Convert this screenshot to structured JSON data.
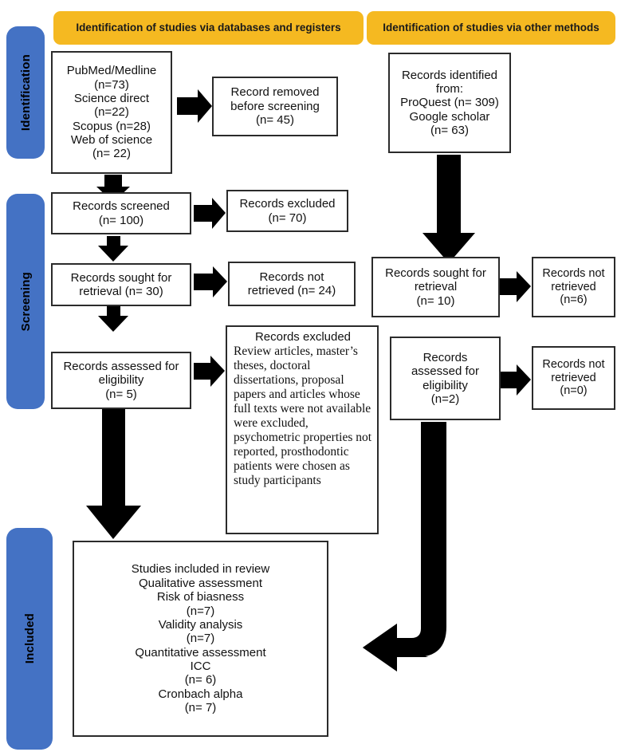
{
  "diagram": {
    "title": "PRISMA flow diagram",
    "colors": {
      "stage_tab": "#4472C4",
      "banner": "#F5B921",
      "box_border": "#2B2B2B",
      "arrow": "#000000",
      "background": "#FFFFFF"
    }
  },
  "stages": [
    {
      "id": "identification",
      "label": "Identification"
    },
    {
      "id": "screening",
      "label": "Screening"
    },
    {
      "id": "included",
      "label": "Included"
    }
  ],
  "banners": [
    {
      "id": "databases",
      "label": "Identification of studies via databases and registers"
    },
    {
      "id": "other-methods",
      "label": "Identification of studies via other methods"
    }
  ],
  "boxes": {
    "records_identified_databases": "PubMed/Medline\n(n=73)\nScience direct\n(n=22)\nScopus (n=28)\nWeb of science\n(n= 22)",
    "record_removed_before_screening": "Record removed\nbefore screening\n(n= 45)",
    "records_screened": "Records screened\n(n= 100)",
    "records_excluded_screened": "Records excluded\n(n= 70)",
    "records_sought_retrieval": "Records sought for\nretrieval (n= 30)",
    "records_not_retrieved": "Records not\nretrieved (n= 24)",
    "records_assessed_eligibility": "Records assessed for\neligibility\n(n= 5)",
    "records_excluded_detail_title": "Records excluded",
    "records_excluded_detail_body": "Review articles, master’s theses, doctoral dissertations, proposal papers and articles whose full texts were not available were excluded, psychometric properties not reported, prosthodontic patients were chosen as study participants",
    "studies_included": "Studies included in review\nQualitative assessment\nRisk of biasness\n(n=7)\nValidity analysis\n(n=7)\nQuantitative assessment\nICC\n(n= 6)\nCronbach alpha\n(n= 7)",
    "records_identified_other": "Records identified\nfrom:\nProQuest (n= 309)\nGoogle scholar\n(n= 63)",
    "records_sought_retrieval_other": "Records sought for\nretrieval\n(n= 10)",
    "records_not_retrieved_other": "Records not\nretrieved\n(n=6)",
    "records_assessed_eligibility_other": "Records\nassessed for\neligibility\n(n=2)",
    "records_not_retrieved_other_2": "Records not\nretrieved\n(n=0)"
  },
  "arrows": [
    {
      "id": "arrow-identified-to-removed",
      "direction": "right"
    },
    {
      "id": "arrow-identified-to-screened",
      "direction": "down"
    },
    {
      "id": "arrow-screened-to-excluded",
      "direction": "right"
    },
    {
      "id": "arrow-screened-to-sought",
      "direction": "down"
    },
    {
      "id": "arrow-sought-to-not-retrieved",
      "direction": "right"
    },
    {
      "id": "arrow-sought-to-assessed",
      "direction": "down"
    },
    {
      "id": "arrow-assessed-to-excluded-detail",
      "direction": "right"
    },
    {
      "id": "arrow-assessed-to-included",
      "direction": "down"
    },
    {
      "id": "arrow-other-identified-to-sought",
      "direction": "down"
    },
    {
      "id": "arrow-other-sought-to-not-retrieved",
      "direction": "right"
    },
    {
      "id": "arrow-other-assessed-to-not-retrieved",
      "direction": "right"
    },
    {
      "id": "arrow-other-assessed-to-included",
      "direction": "elbow-down-left"
    }
  ]
}
